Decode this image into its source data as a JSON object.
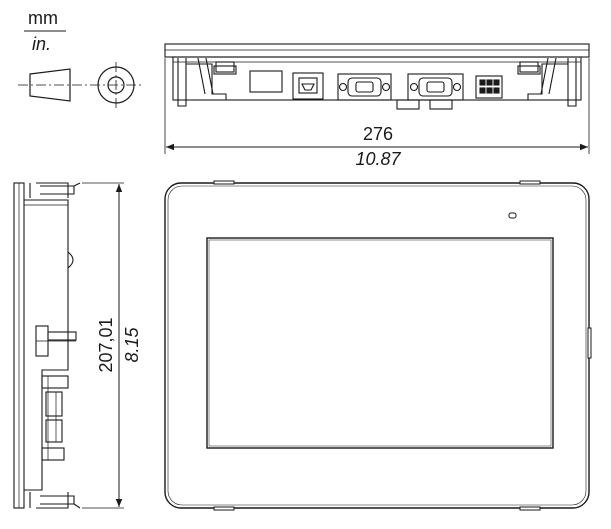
{
  "units": {
    "metric": "mm",
    "imperial": "in."
  },
  "dimensions": {
    "width": {
      "mm": "276",
      "in": "10.87"
    },
    "height": {
      "mm": "207,01",
      "in": "8.15"
    }
  },
  "colors": {
    "line": "#1a1a1a",
    "background": "#ffffff"
  }
}
